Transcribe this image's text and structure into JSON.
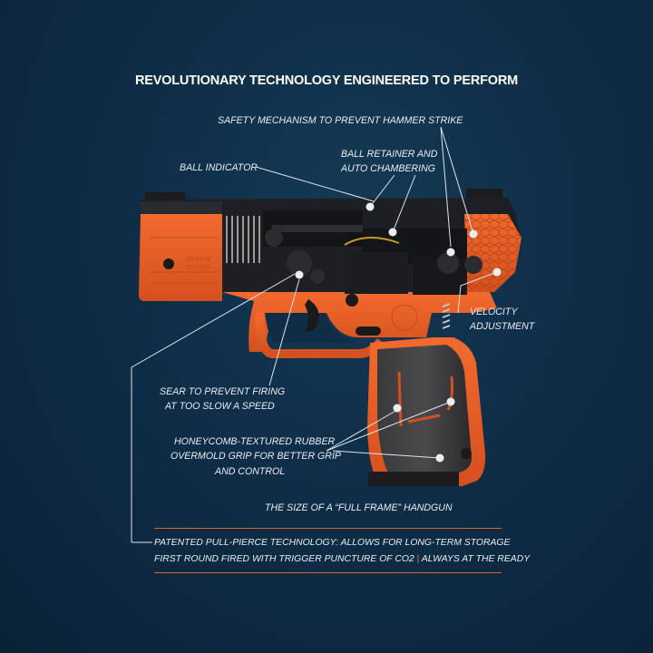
{
  "title": "REVOLUTIONARY TECHNOLOGY ENGINEERED TO PERFORM",
  "callouts": {
    "safety": "SAFETY MECHANISM TO PREVENT HAMMER STRIKE",
    "ball_retainer_1": "BALL RETAINER AND",
    "ball_retainer_2": "AUTO CHAMBERING",
    "ball_indicator": "BALL INDICATOR",
    "velocity_1": "VELOCITY",
    "velocity_2": "ADJUSTMENT",
    "sear_1": "SEAR TO PREVENT FIRING",
    "sear_2": "AT TOO SLOW A SPEED",
    "grip_1": "HONEYCOMB-TEXTURED RUBBER",
    "grip_2": "OVERMOLD GRIP FOR BETTER GRIP",
    "grip_3": "AND CONTROL",
    "frame": "THE SIZE OF A “FULL FRAME” HANDGUN"
  },
  "footer": {
    "line1": "PATENTED PULL-PIERCE TECHNOLOGY: ALLOWS FOR LONG-TERM STORAGE",
    "line2_a": "FIRST ROUND FIRED WITH TRIGGER PUNCTURE OF CO2",
    "line2_sep": "|",
    "line2_b": "ALWAYS AT THE READY"
  },
  "colors": {
    "background": "#0f2d47",
    "accent_orange": "#e8602a",
    "text": "#e9eef3"
  }
}
